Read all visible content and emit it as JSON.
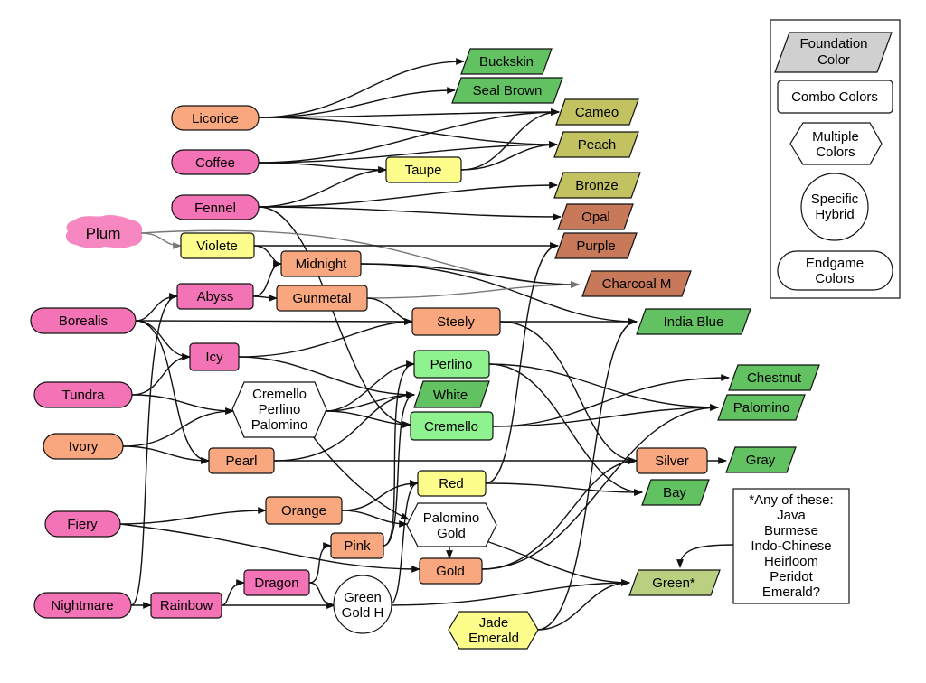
{
  "colors": {
    "pink": "#f472b6",
    "peach": "#f9a77e",
    "yellow": "#fdfd8c",
    "green_light": "#8ef28e",
    "green": "#62c262",
    "olive": "#c2c261",
    "brown": "#c8795a",
    "gray": "#d0d0d0",
    "white": "#ffffff",
    "olive_light": "#b8d080"
  },
  "legend": {
    "foundation": "Foundation Color",
    "combo": "Combo Colors",
    "multiple": "Multiple Colors",
    "hybrid": "Specific Hybrid",
    "endgame": "Endgame Colors"
  },
  "nodes": {
    "buckskin": "Buckskin",
    "seal_brown": "Seal Brown",
    "cameo": "Cameo",
    "peach": "Peach",
    "bronze": "Bronze",
    "opal": "Opal",
    "purple": "Purple",
    "charcoal_m": "Charcoal M",
    "india_blue": "India Blue",
    "chestnut": "Chestnut",
    "palomino": "Palomino",
    "gray": "Gray",
    "bay": "Bay",
    "white": "White",
    "green_star": "Green*",
    "licorice": "Licorice",
    "coffee": "Coffee",
    "fennel": "Fennel",
    "plum": "Plum",
    "borealis": "Borealis",
    "tundra": "Tundra",
    "ivory": "Ivory",
    "fiery": "Fiery",
    "nightmare": "Nightmare",
    "taupe": "Taupe",
    "violete": "Violete",
    "red": "Red",
    "midnight": "Midnight",
    "gunmetal": "Gunmetal",
    "abyss": "Abyss",
    "steely": "Steely",
    "icy": "Icy",
    "pearl": "Pearl",
    "orange": "Orange",
    "pink": "Pink",
    "dragon": "Dragon",
    "rainbow": "Rainbow",
    "gold": "Gold",
    "silver": "Silver",
    "perlino": "Perlino",
    "cremello": "Cremello",
    "cpp": "Cremello Perlino Palomino",
    "palomino_gold": "Palomino Gold",
    "jade_emerald": "Jade Emerald",
    "green_gold_h": "Green Gold H"
  },
  "note": {
    "lines": [
      "*Any of these:",
      "Java",
      "Burmese",
      "Indo-Chinese",
      "Heirloom",
      "Peridot",
      "Emerald?"
    ]
  }
}
